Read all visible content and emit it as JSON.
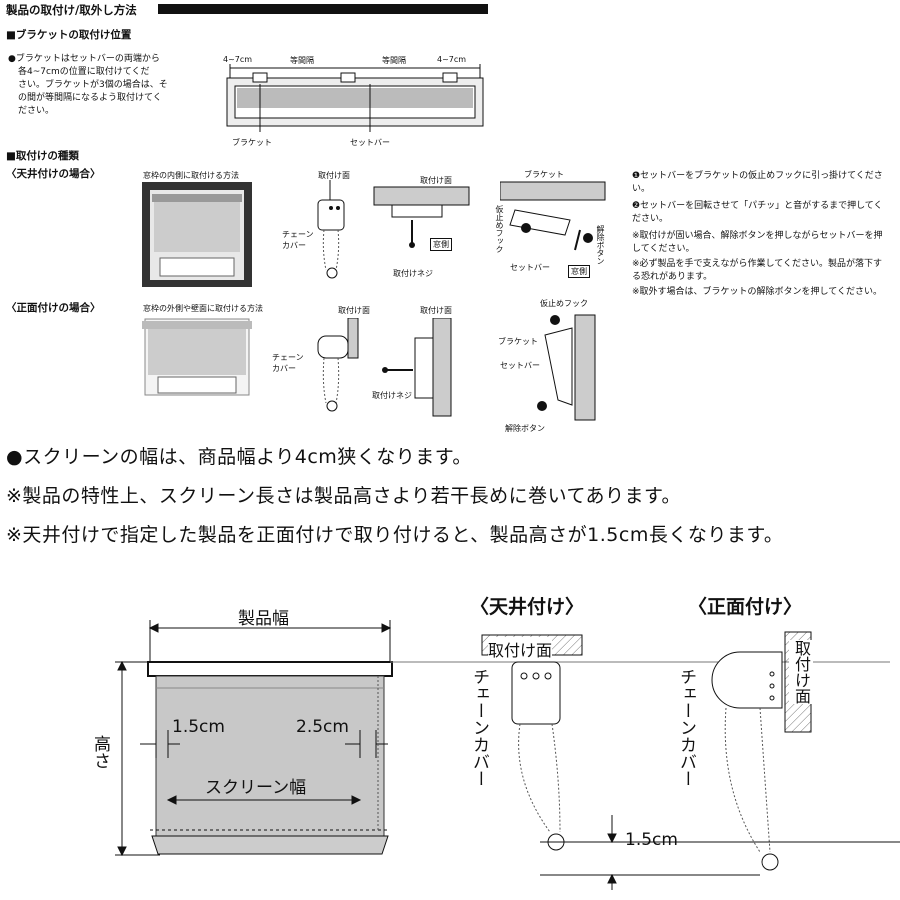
{
  "header": {
    "title": "製品の取付け/取外し方法"
  },
  "bracket_position": {
    "heading": "■ブラケットの取付け位置",
    "description": [
      "●ブラケットはセットバーの両端から",
      "各4~7cmの位置に取付けてくだ",
      "さい。ブラケットが3個の場合は、そ",
      "の間が等間隔になるよう取付けてく",
      "ださい。"
    ],
    "labels": {
      "left_range": "4~7cm",
      "equal1": "等間隔",
      "equal2": "等間隔",
      "right_range": "4~7cm",
      "bracket": "ブラケット",
      "setbar": "セットバー"
    }
  },
  "mount_types": {
    "heading": "■取付けの種類",
    "ceiling": {
      "heading": "〈天井付けの場合〉",
      "caption": "窓枠の内側に取付ける方法",
      "surface1": "取付け面",
      "surface2": "取付け面",
      "chain_cover_1": "チェーン",
      "chain_cover_2": "カバー",
      "screw": "取付けネジ",
      "window_side": "窓側",
      "bracket": "ブラケット",
      "hook_1": "仮止め",
      "hook_2": "フック",
      "setbar": "セットバー",
      "release_1": "解除",
      "release_2": "ボタン",
      "window_side2": "窓側"
    },
    "front": {
      "heading": "〈正面付けの場合〉",
      "caption": "窓枠の外側や壁面に取付ける方法",
      "surface1": "取付け面",
      "surface2": "取付け面",
      "chain_cover_1": "チェーン",
      "chain_cover_2": "カバー",
      "screw": "取付けネジ",
      "hook": "仮止めフック",
      "bracket": "ブラケット",
      "setbar": "セットバー",
      "release": "解除ボタン"
    },
    "steps": [
      {
        "mark": "❶",
        "text": "セットバーをブラケットの仮止めフックに引っ掛けてください。"
      },
      {
        "mark": "❷",
        "text": "セットバーを回転させて「パチッ」と音がするまで押してください。"
      },
      {
        "mark": "※",
        "text": "取付けが固い場合、解除ボタンを押しながらセットバーを押してください。"
      },
      {
        "mark": "※",
        "text": "必ず製品を手で支えながら作業してください。製品が落下する恐れがあります。"
      },
      {
        "mark": "※",
        "text": "取外す場合は、ブラケットの解除ボタンを押してください。"
      }
    ]
  },
  "notes": {
    "line1": "●スクリーンの幅は、商品幅より4cm狭くなります。",
    "line2": "※製品の特性上、スクリーン長さは製品高さより若干長めに巻いてあります。",
    "line3": "※天井付けで指定した製品を正面付けで取り付けると、製品高さが1.5cm長くなります。"
  },
  "dimension_diagram": {
    "product_width": "製品幅",
    "height": "高さ",
    "left_gap": "1.5cm",
    "right_gap": "2.5cm",
    "screen_width": "スクリーン幅",
    "ceiling_title": "〈天井付け〉",
    "front_title": "〈正面付け〉",
    "ceiling_surface": "取付け面",
    "front_surface": "取付け面",
    "chain_cover_ceiling": "チェーンカバー",
    "chain_cover_front": "チェーンカバー",
    "offset": "1.5cm"
  }
}
